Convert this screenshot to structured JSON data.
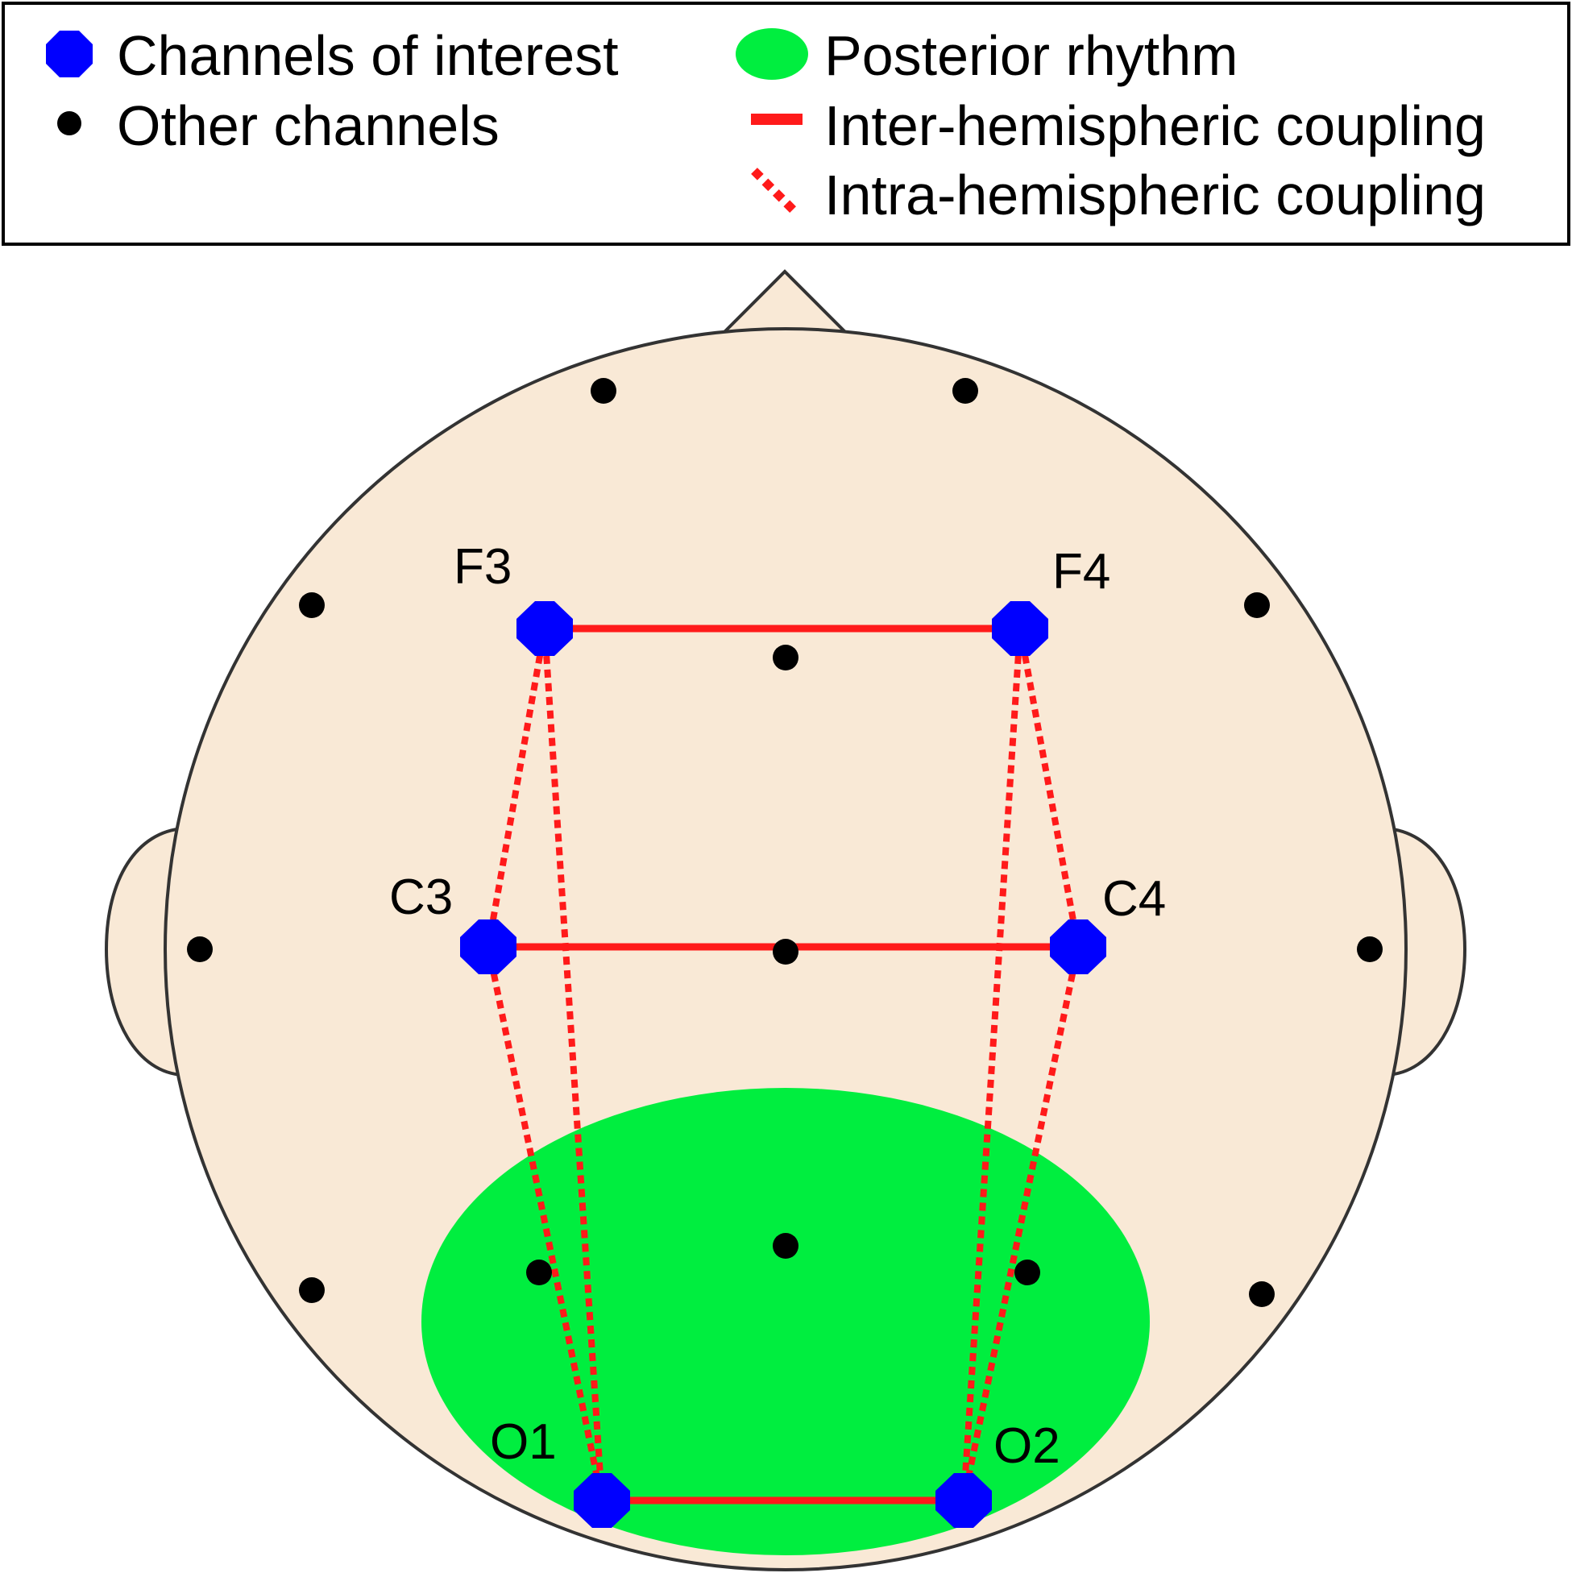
{
  "legend": {
    "channels_of_interest": "Channels of interest",
    "other_channels": "Other channels",
    "posterior_rhythm": "Posterior rhythm",
    "inter_hemispheric": "Inter-hemispheric coupling",
    "intra_hemispheric": "Intra-hemispheric coupling"
  },
  "electrodes": {
    "f3": "F3",
    "f4": "F4",
    "c3": "C3",
    "c4": "C4",
    "o1": "O1",
    "o2": "O2"
  },
  "colors": {
    "head_fill": "#f9e9d6",
    "head_stroke": "#333333",
    "posterior_rhythm": "#00ee3f",
    "channel_of_interest": "#0000ff",
    "other_channel": "#000000",
    "coupling": "#ff1a1a"
  },
  "couplings": {
    "inter_hemispheric": [
      [
        "F3",
        "F4"
      ],
      [
        "C3",
        "C4"
      ],
      [
        "O1",
        "O2"
      ]
    ],
    "intra_hemispheric": [
      [
        "F3",
        "C3"
      ],
      [
        "F3",
        "O1"
      ],
      [
        "C3",
        "O1"
      ],
      [
        "F4",
        "C4"
      ],
      [
        "F4",
        "O2"
      ],
      [
        "C4",
        "O2"
      ]
    ]
  }
}
